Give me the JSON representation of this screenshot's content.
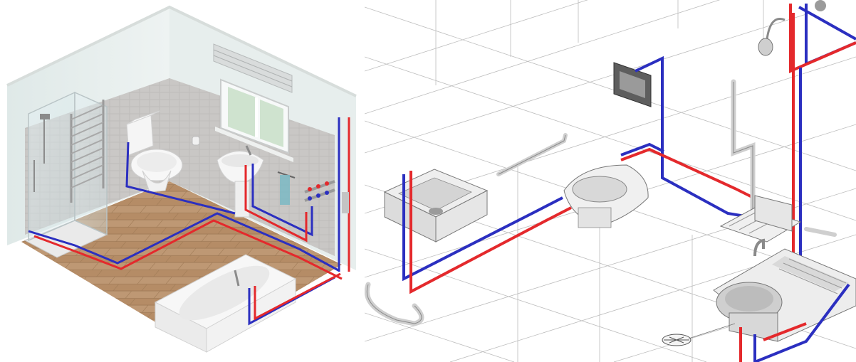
{
  "colors": {
    "hot_pipe": "#e4292c",
    "cold_pipe": "#2b2fc0",
    "wall": "#cfd0cf",
    "wall_light": "#dfe9e9",
    "floor": "#c39a73",
    "floor_dark": "#a87d56",
    "fixture": "#f4f4f4",
    "fixture_shadow": "#c8c8c8",
    "grid_line": "#b5b5b5",
    "chrome": "#9a9a9a"
  },
  "left_panel": {
    "view": "isometric-bathroom-render",
    "fixtures": [
      "shower",
      "towel-radiator",
      "toilet",
      "sink",
      "window",
      "manifold",
      "bathtub",
      "towel-rail",
      "pipe-riser"
    ]
  },
  "right_panel": {
    "view": "isometric-pipe-schematic",
    "fixtures": [
      "wall-sink",
      "grab-bar",
      "flush-plate",
      "wall-toilet",
      "shower-head",
      "shower-grab-bar",
      "folding-seat",
      "kitchen-sink",
      "floor-drain",
      "floor-grab-bar"
    ]
  }
}
